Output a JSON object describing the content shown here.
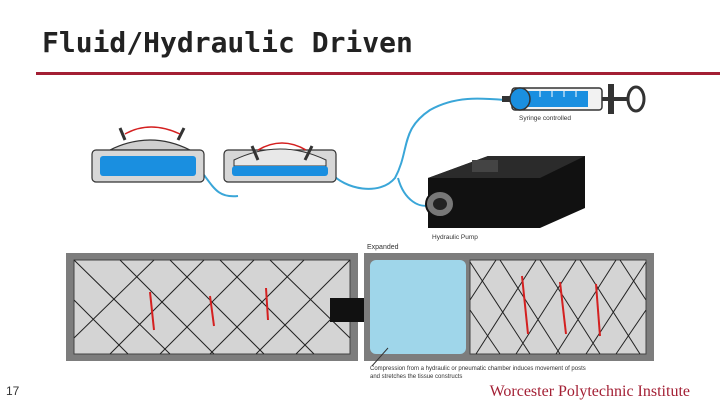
{
  "slide": {
    "title": "Fluid/Hydraulic Driven",
    "number": "17",
    "footer": "Worcester Polytechnic Institute"
  },
  "diagram": {
    "syringe_label": "Syringe controlled",
    "pump_label": "Hydraulic Pump",
    "expanded_label": "Expanded",
    "caption_line1": "Compression from a hydraulic or pneumatic chamber induces movement of posts",
    "caption_line2": "and stretches the tissue constructs"
  },
  "colors": {
    "accent": "#a31f34",
    "fluid": "#1a8fe0",
    "chamber_fill": "#9fd6ea"
  }
}
